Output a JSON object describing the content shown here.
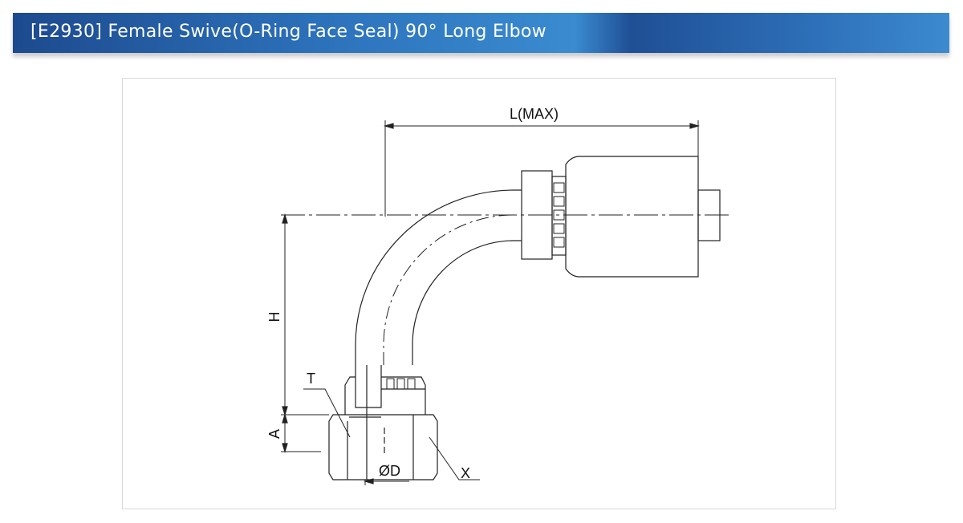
{
  "header": {
    "title": "[E2930] Female Swive(O-Ring Face Seal) 90° Long Elbow"
  },
  "drawing": {
    "labels": {
      "length": "L(MAX)",
      "height": "H",
      "a": "A",
      "thread": "T",
      "diameter": "ØD",
      "hex": "X"
    }
  }
}
